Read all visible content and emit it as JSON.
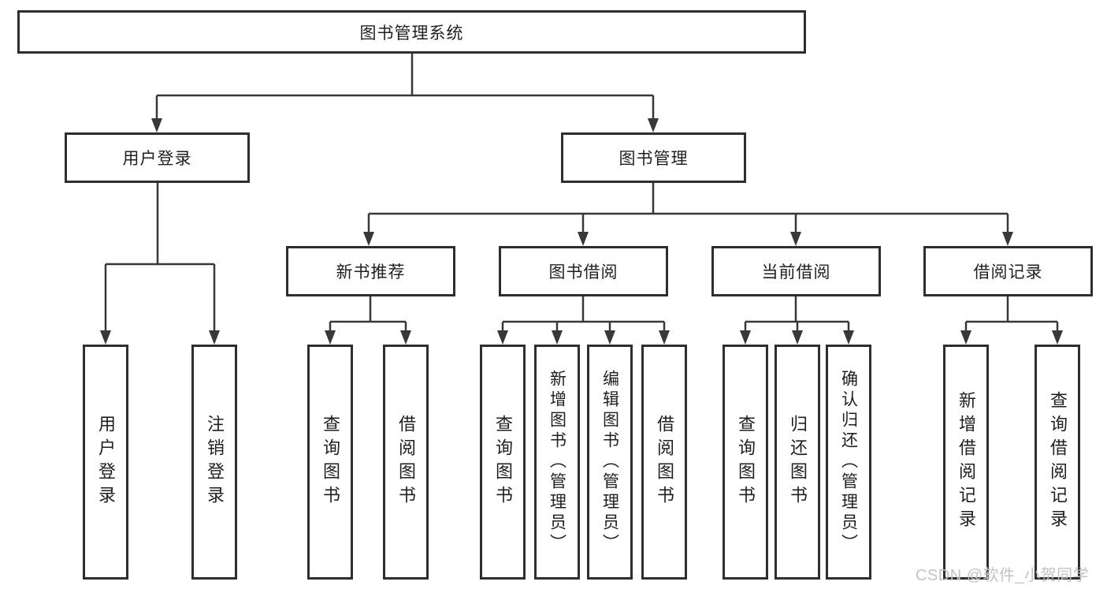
{
  "title": "图书管理系统",
  "level2": {
    "user_login": "用户登录",
    "book_management": "图书管理"
  },
  "level3": {
    "new_books": "新书推荐",
    "book_borrowing": "图书借阅",
    "current_borrowing": "当前借阅",
    "borrow_records": "借阅记录"
  },
  "leaves": {
    "user_login": [
      "用户登录",
      "注销登录"
    ],
    "new_books": [
      "查询图书",
      "借阅图书"
    ],
    "book_borrowing": [
      "查询图书",
      "新增图书（管理员）",
      "编辑图书（管理员）",
      "借阅图书"
    ],
    "current_borrowing": [
      "查询图书",
      "归还图书",
      "确认归还（管理员）"
    ],
    "borrow_records": [
      "新增借阅记录",
      "查询借阅记录"
    ]
  },
  "watermark": "CSDN @软件_小贺同学",
  "colors": {
    "background": "#ffffff",
    "box_border": "#2e2e2e",
    "line": "#383838",
    "text": "#1f1f1f",
    "watermark": "#c3c3c3"
  }
}
